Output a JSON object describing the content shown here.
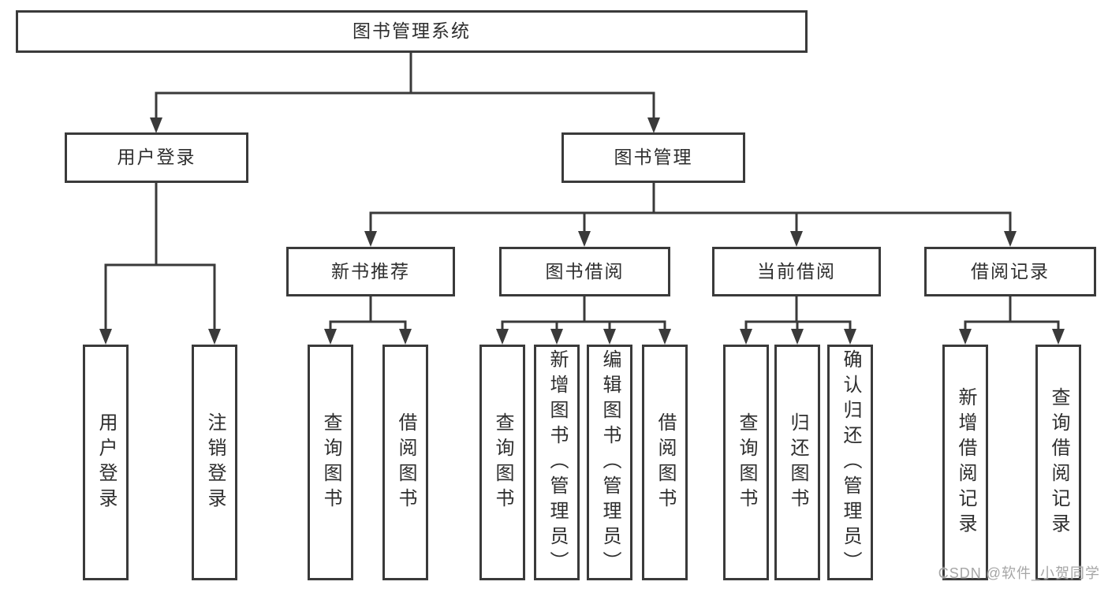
{
  "diagram_type": "hierarchy-tree",
  "colors": {
    "line": "#3a3a3a",
    "text": "#2e2e2e",
    "watermark": "#a6a6a6"
  },
  "tree": {
    "label": "图书管理系统",
    "children": [
      {
        "label": "用户登录",
        "children": [
          {
            "label": "用户登录"
          },
          {
            "label": "注销登录"
          }
        ]
      },
      {
        "label": "图书管理",
        "children": [
          {
            "label": "新书推荐",
            "children": [
              {
                "label": "查询图书"
              },
              {
                "label": "借阅图书"
              }
            ]
          },
          {
            "label": "图书借阅",
            "children": [
              {
                "label": "查询图书"
              },
              {
                "label": "新增图书（管理员）"
              },
              {
                "label": "编辑图书（管理员）"
              },
              {
                "label": "借阅图书"
              }
            ]
          },
          {
            "label": "当前借阅",
            "children": [
              {
                "label": "查询图书"
              },
              {
                "label": "归还图书"
              },
              {
                "label": "确认归还（管理员）"
              }
            ]
          },
          {
            "label": "借阅记录",
            "children": [
              {
                "label": "新增借阅记录"
              },
              {
                "label": "查询借阅记录"
              }
            ]
          }
        ]
      }
    ]
  },
  "watermark": {
    "text": "CSDN @软件_小贺同学"
  }
}
